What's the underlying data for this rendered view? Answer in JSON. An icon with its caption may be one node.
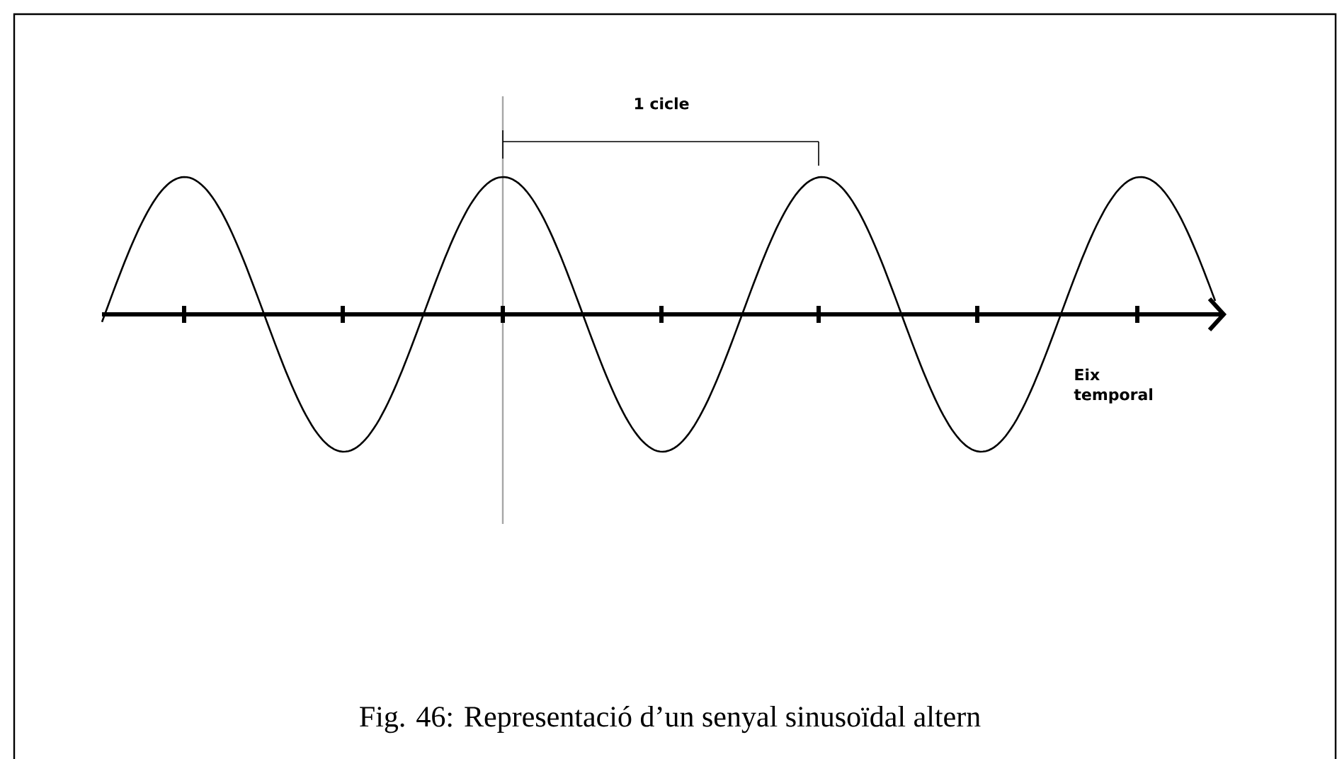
{
  "diagram": {
    "caption": "Fig. 46: Representació d’un senyal sinusoïdal altern",
    "labels": [
      "1 cicle",
      "Eix temporal"
    ]
  }
}
